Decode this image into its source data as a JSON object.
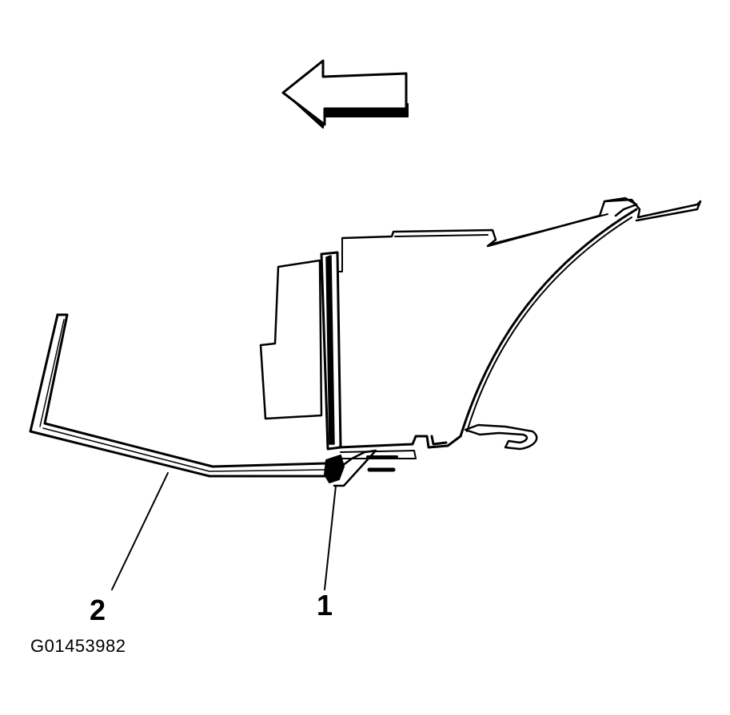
{
  "figure": {
    "id": "G01453982"
  },
  "callouts": [
    {
      "number": "1"
    },
    {
      "number": "2"
    }
  ],
  "colors": {
    "ink": "#000000",
    "background": "#ffffff"
  },
  "icons": {
    "direction_arrow": "left-arrow-icon"
  }
}
